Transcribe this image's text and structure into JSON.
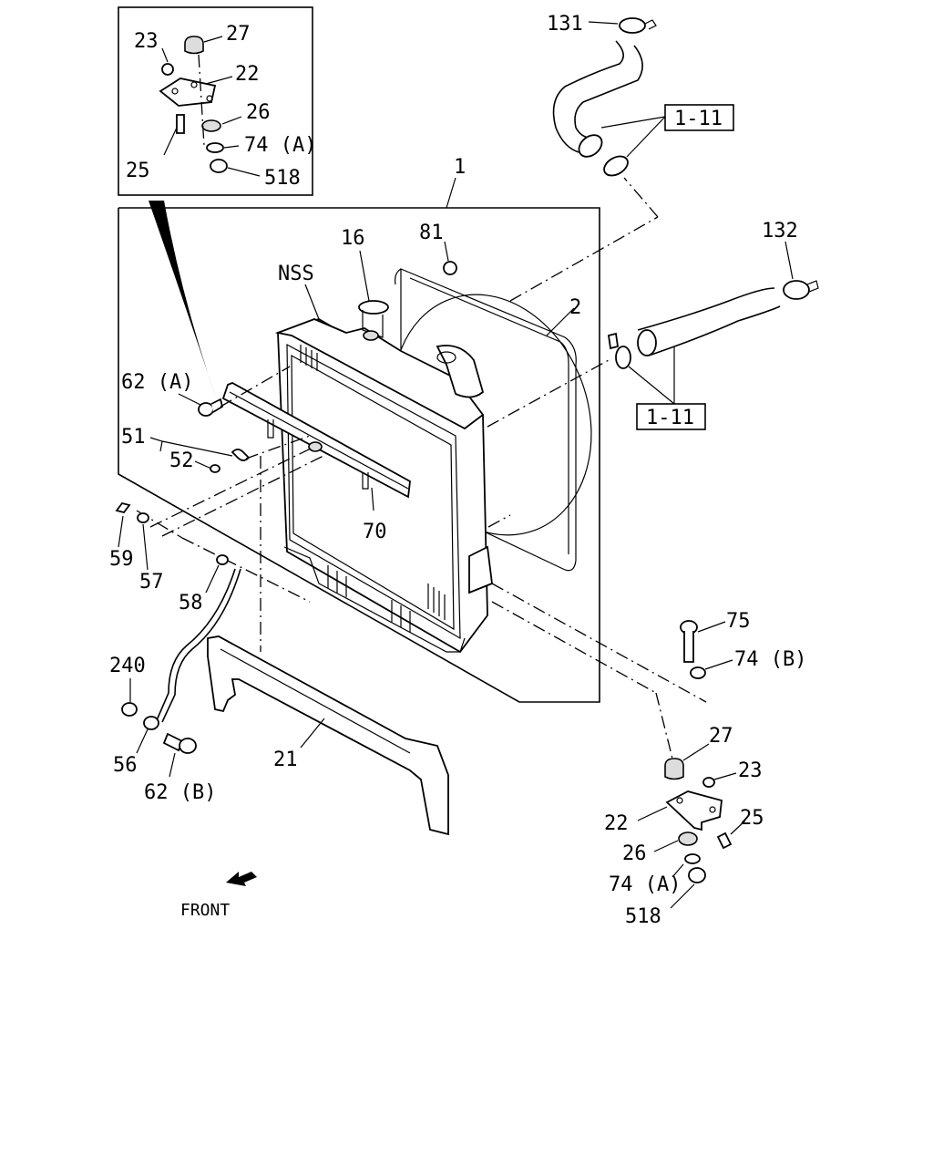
{
  "labels": {
    "inset_23": "23",
    "inset_27": "27",
    "inset_22": "22",
    "inset_26": "26",
    "inset_74a": "74 (A)",
    "inset_25": "25",
    "inset_518": "518",
    "p1": "1",
    "p2": "2",
    "p16": "16",
    "p81": "81",
    "nss": "NSS",
    "p62a": "62 (A)",
    "p51": "51",
    "p52": "52",
    "p70": "70",
    "p59": "59",
    "p57": "57",
    "p58": "58",
    "p240": "240",
    "p56": "56",
    "p62b": "62 (B)",
    "p21": "21",
    "p131": "131",
    "p132": "132",
    "ref_top": "1-11",
    "ref_mid": "1-11",
    "p75": "75",
    "p74b": "74 (B)",
    "b27": "27",
    "b23": "23",
    "b22": "22",
    "b25": "25",
    "b26": "26",
    "b74a": "74 (A)",
    "b518": "518",
    "front": "FRONT"
  },
  "icons": {
    "front_arrow": "front-arrow-icon"
  }
}
